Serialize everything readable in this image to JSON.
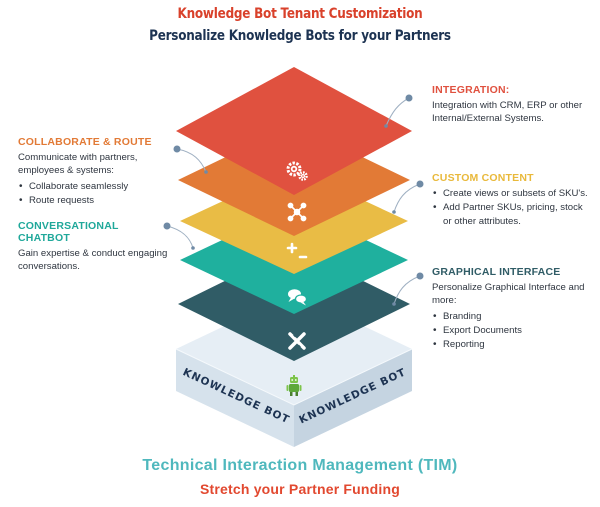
{
  "header": {
    "title": "Knowledge Bot Tenant Customization",
    "subtitle": "Personalize Knowledge Bots for your Partners"
  },
  "layers": [
    {
      "name": "integration",
      "color": "#e0513f",
      "icon": "gears-icon"
    },
    {
      "name": "collaborate-route",
      "color": "#e27a36",
      "icon": "network-icon"
    },
    {
      "name": "custom-content",
      "color": "#e9bc45",
      "icon": "plus-minus-icon"
    },
    {
      "name": "conversational-chatbot",
      "color": "#1fb09e",
      "icon": "chat-bubbles-icon"
    },
    {
      "name": "graphical-interface",
      "color": "#305c66",
      "icon": "pencil-ruler-icon"
    }
  ],
  "base": {
    "left_label": "KNOWLEDGE BOT",
    "right_label": "KNOWLEDGE BOT",
    "icon": "robot-icon"
  },
  "callouts": {
    "integration": {
      "heading": "INTEGRATION:",
      "color": "#e0513f",
      "text": "Integration with CRM, ERP or other Internal/External Systems."
    },
    "collaborate": {
      "heading": "COLLABORATE & ROUTE",
      "color": "#e27a36",
      "text": "Communicate with partners, employees & systems:",
      "bullets": [
        "Collaborate seamlessly",
        "Route requests"
      ]
    },
    "custom_content": {
      "heading": "CUSTOM CONTENT",
      "color": "#e9b93b",
      "bullets": [
        "Create views or subsets of SKU's.",
        "Add Partner SKUs, pricing, stock or other attributes."
      ]
    },
    "chatbot": {
      "heading": "CONVERSATIONAL CHATBOT",
      "color": "#1fa89a",
      "text": "Gain expertise & conduct engaging conversations."
    },
    "graphical": {
      "heading": "GRAPHICAL INTERFACE",
      "color": "#305c66",
      "text": "Personalize Graphical Interface and more:",
      "bullets": [
        "Branding",
        "Export Documents",
        "Reporting"
      ]
    }
  },
  "footer": {
    "line1": "Technical Interaction Management (TIM)",
    "line2": "Stretch your Partner Funding"
  }
}
